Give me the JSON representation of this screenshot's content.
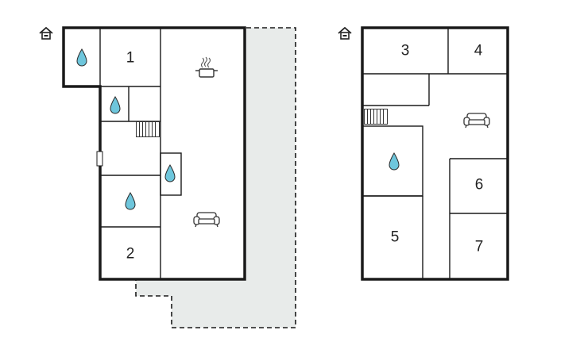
{
  "colors": {
    "wall": "#1a1a1a",
    "terrace": "#e8ebea",
    "water_drop": "#6ec6dc",
    "icon_stroke": "#333333"
  },
  "floors": [
    {
      "icon": "house-icon",
      "rooms": [
        {
          "number": "1",
          "icon": null
        },
        {
          "number": "2",
          "icon": null
        },
        {
          "number": "",
          "icon": "water-drop-icon",
          "count": 4
        },
        {
          "number": "",
          "icon": "stove-pot-icon"
        },
        {
          "number": "",
          "icon": "sofa-icon"
        },
        {
          "number": "",
          "icon": "stairs-icon"
        },
        {
          "number": "",
          "icon": "door-icon"
        }
      ],
      "terrace": true
    },
    {
      "icon": "house-icon",
      "rooms": [
        {
          "number": "3",
          "icon": null
        },
        {
          "number": "4",
          "icon": null
        },
        {
          "number": "5",
          "icon": null
        },
        {
          "number": "6",
          "icon": null
        },
        {
          "number": "7",
          "icon": null
        },
        {
          "number": "",
          "icon": "water-drop-icon",
          "count": 1
        },
        {
          "number": "",
          "icon": "sofa-icon"
        },
        {
          "number": "",
          "icon": "stairs-icon"
        }
      ],
      "terrace": false
    }
  ]
}
